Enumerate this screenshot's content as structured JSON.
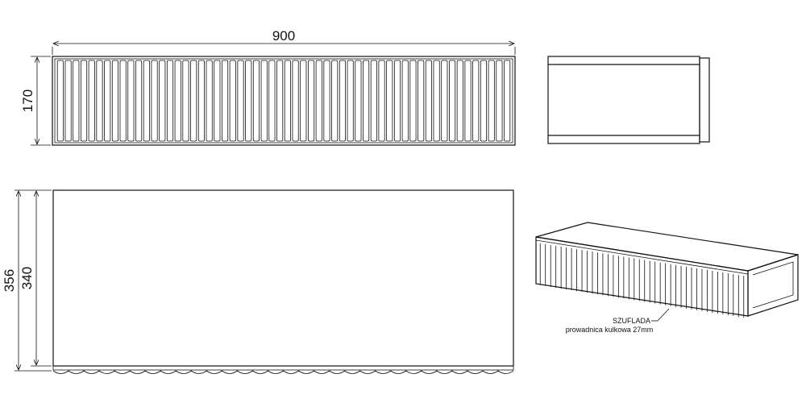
{
  "dimensions": {
    "width_front": "900",
    "height_front": "170",
    "depth_total": "356",
    "depth_inner": "340"
  },
  "callout": {
    "title": "SZUFLADA",
    "subtitle": "prowadnica kulkowa 27mm"
  },
  "views": {
    "front_slat_count": 58,
    "iso_slat_count": 40,
    "scallop_count": 30
  }
}
